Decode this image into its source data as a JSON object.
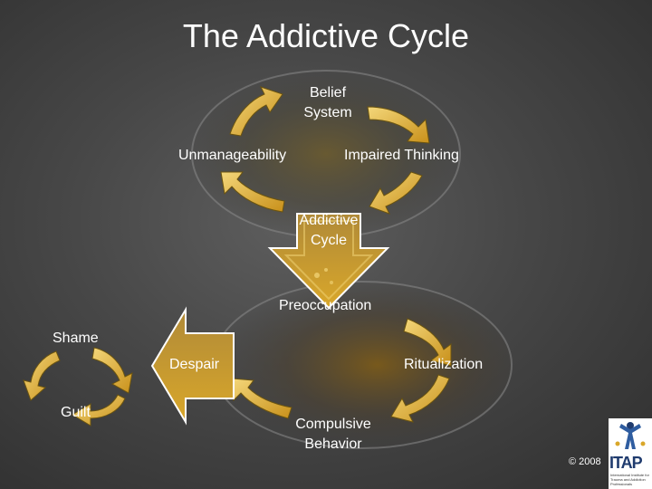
{
  "title": "The Addictive Cycle",
  "nodes": {
    "belief_system": [
      "Belief",
      "System"
    ],
    "unmanageability": "Unmanageability",
    "impaired_thinking": "Impaired Thinking",
    "addictive_cycle": [
      "Addictive",
      "Cycle"
    ],
    "preoccupation": "Preoccupation",
    "ritualization": "Ritualization",
    "compulsive_behavior": [
      "Compulsive",
      "Behavior"
    ],
    "despair": "Despair",
    "shame": "Shame",
    "guilt": "Guilt"
  },
  "footer": {
    "copyright": "© 2008",
    "logo": "ITAP",
    "logo_subtitle": "International Institute for Trauma and Addiction Professionals"
  },
  "colors": {
    "arrow_gold": "#d9a72a",
    "arrow_light": "#f4d77a",
    "background": "#474747"
  },
  "icons": [
    "curved-arrow-icon",
    "down-arrow-icon",
    "left-arrow-icon",
    "logo-figure-icon"
  ]
}
